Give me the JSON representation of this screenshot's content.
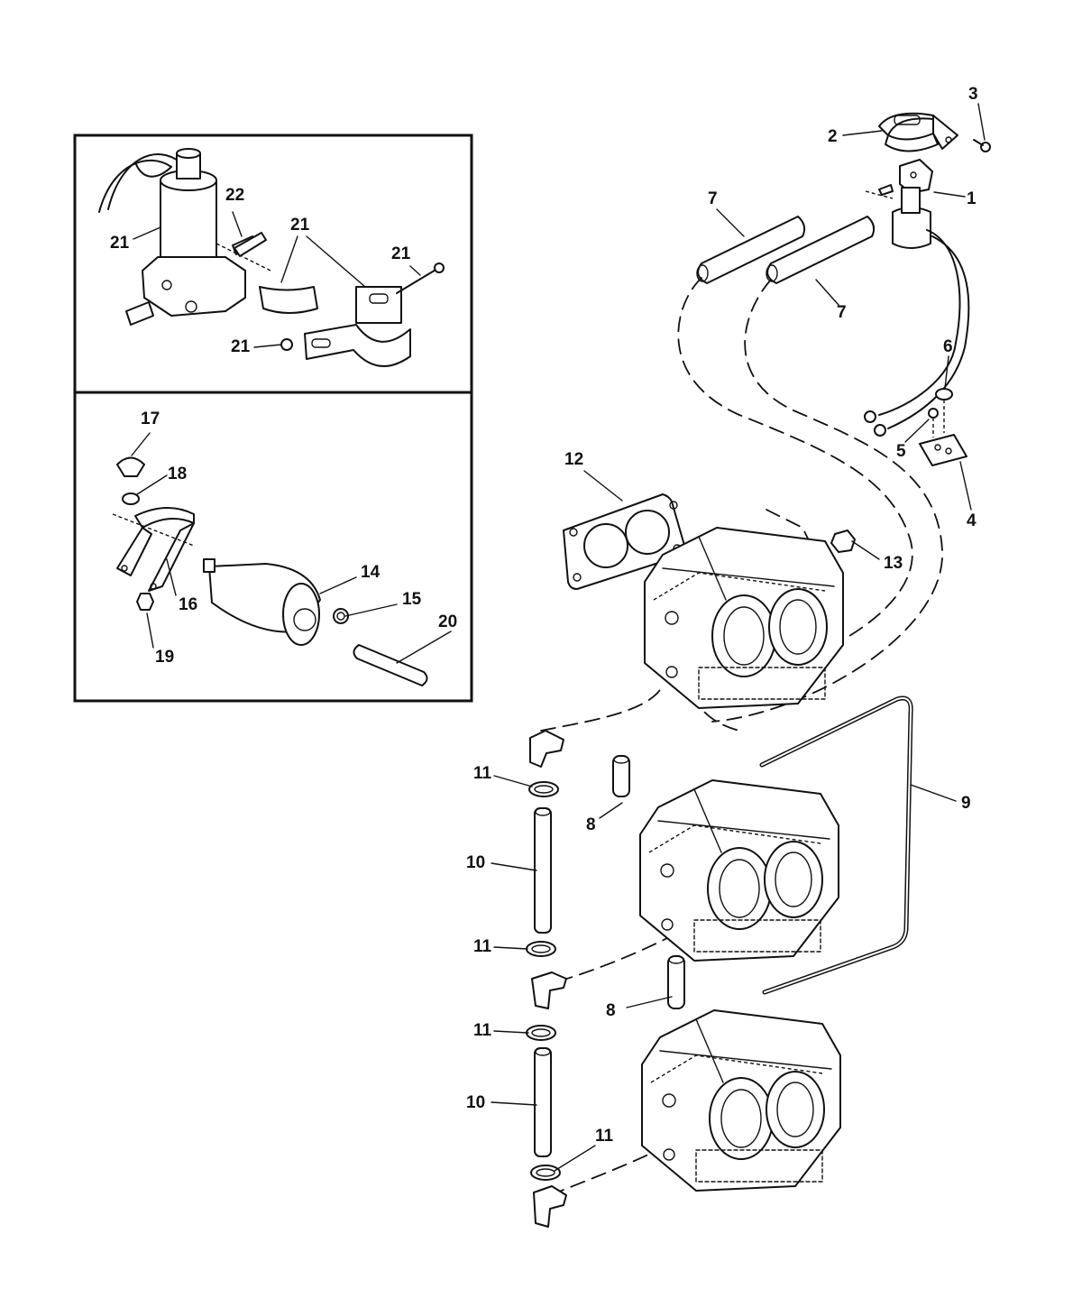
{
  "callouts": {
    "c1": "1",
    "c2": "2",
    "c3": "3",
    "c4": "4",
    "c5": "5",
    "c6": "6",
    "c7a": "7",
    "c7b": "7",
    "c8a": "8",
    "c8b": "8",
    "c9": "9",
    "c10a": "10",
    "c10b": "10",
    "c11a": "11",
    "c11b": "11",
    "c11c": "11",
    "c11d": "11",
    "c12": "12",
    "c13": "13",
    "c14": "14",
    "c15": "15",
    "c16": "16",
    "c17": "17",
    "c18": "18",
    "c19": "19",
    "c20": "20",
    "c21a": "21",
    "c21b": "21",
    "c21c": "21",
    "c21d": "21",
    "c22": "22"
  },
  "icons": {
    "electric-fuel-pump": "pump-solenoid-icon",
    "fuel-filter": "fuel-filter-icon",
    "carburetor": "carburetor-icon",
    "fuel-hose": "hose-icon",
    "clamp": "clamp-icon",
    "gasket": "gasket-icon"
  }
}
